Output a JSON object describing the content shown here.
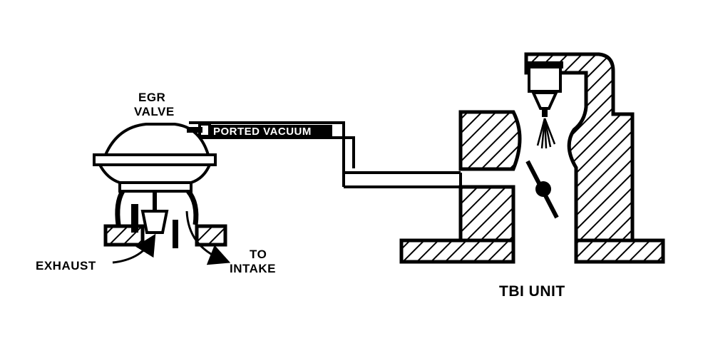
{
  "labels": {
    "egr_line1": "EGR",
    "egr_line2": "VALVE",
    "ported_vacuum": "PORTED VACUUM",
    "exhaust": "EXHAUST",
    "to_line1": "TO",
    "to_line2": "INTAKE",
    "tbi_unit": "TBI UNIT"
  },
  "colors": {
    "ink": "#000000",
    "paper": "#ffffff"
  }
}
